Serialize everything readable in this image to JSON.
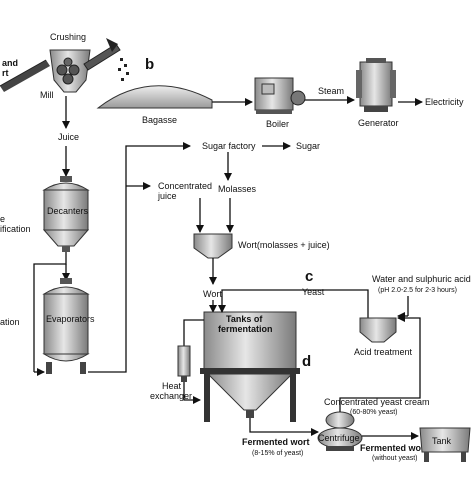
{
  "labels": {
    "crushing": "Crushing",
    "sand_top": "and",
    "sand_bottom": "rt",
    "mill": "Mill",
    "bagasse": "Bagasse",
    "boiler": "Boiler",
    "steam": "Steam",
    "generator": "Generator",
    "electricity": "Electricity",
    "juice": "Juice",
    "decanters": "Decanters",
    "left_e": "e",
    "left_ification": "ification",
    "left_ation": "ation",
    "evaporators": "Evaporators",
    "sugar_factory": "Sugar factory",
    "sugar": "Sugar",
    "concentrated_juice_1": "Concentrated",
    "concentrated_juice_2": "juice",
    "molasses": "Molasses",
    "wort_mix": "Wort(molasses + juice)",
    "wort": "Wort",
    "yeast": "Yeast",
    "tanks_1": "Tanks of",
    "tanks_2": "fermentation",
    "water_acid": "Water and sulphuric acid",
    "acid_cond": "(pH 2.0-2.5 for 2-3 hours)",
    "acid_treatment": "Acid treatment",
    "heat_1": "Heat",
    "heat_2": "exchanger",
    "conc_yeast_cream": "Concentrated yeast  cream",
    "conc_yeast_pct": "(60-80% yeast)",
    "centrifuge": "Centrifuge",
    "fermented_wort": "Fermented wort",
    "fermented_wort_pct": "(8-15% of yeast)",
    "fermented_worth": "Fermented worth",
    "fermented_worth_note": "(without yeast)",
    "tank": "Tank"
  },
  "panel_letters": {
    "b": "b",
    "c": "c",
    "d": "d"
  }
}
